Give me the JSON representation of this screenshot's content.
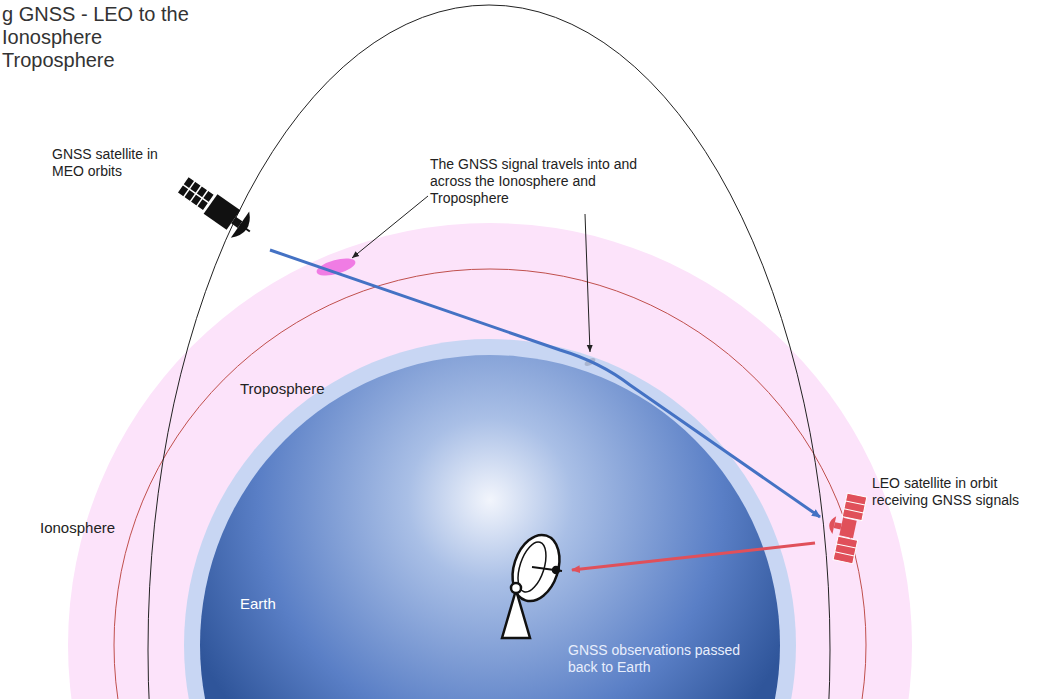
{
  "diagram": {
    "title": "g GNSS - LEO to the Ionosphere Troposphere",
    "labels": [
      "GNSS satellite in MEO orbits",
      "The GNSS signal travels into and across the Ionosphere and Troposphere",
      "Troposphere",
      "Ionosphere",
      "Earth",
      "GNSS observations passed back to Earth",
      "LEO satellite in orbit receiving GNSS signals"
    ]
  }
}
